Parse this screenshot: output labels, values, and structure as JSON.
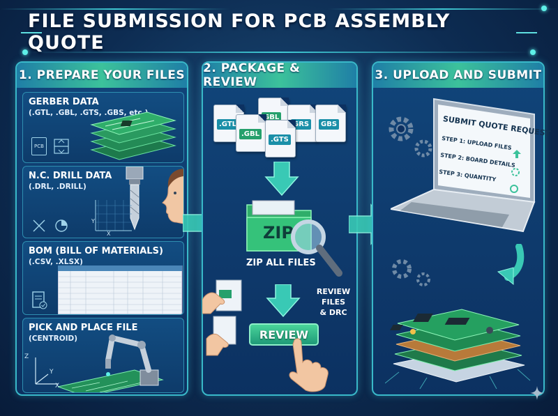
{
  "title": "FILE SUBMISSION FOR PCB ASSEMBLY QUOTE",
  "panels": [
    {
      "heading": "1. PREPARE YOUR FILES",
      "cards": [
        {
          "title": "GERBER DATA",
          "subtitle": "(.GTL, .GBL, .GTS, .GBS, etc.)"
        },
        {
          "title": "N.C. DRILL DATA",
          "subtitle": "(.DRL, .DRILL)"
        },
        {
          "title": "BOM (BILL OF MATERIALS)",
          "subtitle": "(.CSV, .XLSX)"
        },
        {
          "title": "PICK AND PLACE FILE",
          "subtitle": "(CENTROID)"
        }
      ]
    },
    {
      "heading": "2. PACKAGE & REVIEW",
      "files": [
        ".GTL",
        "GBL",
        "GRS",
        ".GBL",
        ".GTS",
        "GBS"
      ],
      "zip_label": "ZIP",
      "zip_caption": "ZIP ALL FILES",
      "review_note_1": "REVIEW",
      "review_note_2": "FILES",
      "review_note_3": "& DRC",
      "review_button": "REVIEW"
    },
    {
      "heading": "3. UPLOAD AND SUBMIT",
      "screen_title": "SUBMIT QUOTE REQUEST",
      "steps": [
        "STEP 1: UPLOAD FILES",
        "STEP 2: BOARD DETAILS",
        "STEP 3: QUANTITY"
      ]
    }
  ],
  "misc": {
    "pcb_icon_label": "PCB",
    "axis_z": "Z",
    "axis_y": "Y",
    "axis_x": "X",
    "drill_axis_y": "Y",
    "drill_axis_x": "X"
  },
  "colors": {
    "accent": "#39b9c9",
    "header_green": "#3cc29b",
    "background": "#0d2c52"
  }
}
